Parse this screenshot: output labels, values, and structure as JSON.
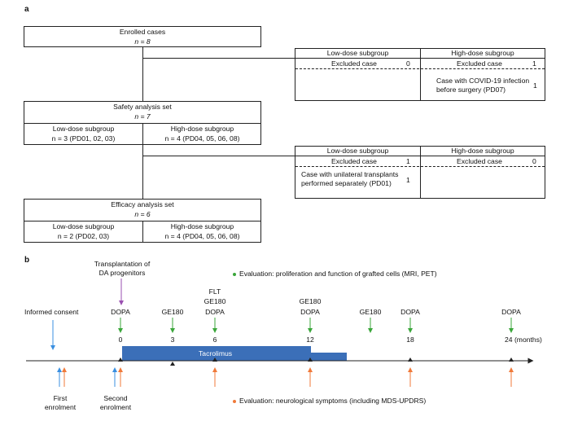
{
  "panel_a": {
    "label": "a",
    "enrolled": {
      "title": "Enrolled cases",
      "n": "n = 8"
    },
    "exclusion1": {
      "low_header": "Low-dose subgroup",
      "high_header": "High-dose subgroup",
      "low_excluded_label": "Excluded case",
      "low_excluded_count": "0",
      "high_excluded_label": "Excluded case",
      "high_excluded_count": "1",
      "high_reason_line1": "Case with COVID-19 infection",
      "high_reason_line2": "before surgery (PD07)",
      "high_reason_count": "1"
    },
    "safety": {
      "title": "Safety analysis set",
      "n": "n = 7",
      "low_header": "Low-dose subgroup",
      "low_value": "n = 3 (PD01, 02, 03)",
      "high_header": "High-dose subgroup",
      "high_value": "n = 4 (PD04, 05, 06, 08)"
    },
    "exclusion2": {
      "low_header": "Low-dose subgroup",
      "high_header": "High-dose subgroup",
      "low_excluded_label": "Excluded case",
      "low_excluded_count": "1",
      "high_excluded_label": "Excluded case",
      "high_excluded_count": "0",
      "low_reason_line1": "Case with unilateral transplants",
      "low_reason_line2": "performed separately (PD01)",
      "low_reason_count": "1"
    },
    "efficacy": {
      "title": "Efficacy analysis set",
      "n": "n = 6",
      "low_header": "Low-dose subgroup",
      "low_value": "n = 2 (PD02, 03)",
      "high_header": "High-dose subgroup",
      "high_value": "n = 4 (PD04, 05, 06, 08)"
    }
  },
  "panel_b": {
    "label": "b",
    "transplant_label_line1": "Transplantation of",
    "transplant_label_line2": "DA progenitors",
    "legend_green": "Evaluation: proliferation and function of grafted cells (MRI, PET)",
    "legend_orange": "Evaluation: neurological symptoms (including MDS-UPDRS)",
    "informed_consent": "Informed consent",
    "first_enrolment_line1": "First",
    "first_enrolment_line2": "enrolment",
    "second_enrolment_line1": "Second",
    "second_enrolment_line2": "enrolment",
    "tacrolimus": "Tacrolimus",
    "flt": "FLT",
    "events": [
      {
        "month": "0",
        "top": "",
        "mid": "DOPA"
      },
      {
        "month": "3",
        "top": "",
        "mid": "GE180"
      },
      {
        "month": "6",
        "top": "GE180",
        "mid": "DOPA"
      },
      {
        "month": "12",
        "top": "GE180",
        "mid": "DOPA"
      },
      {
        "month": "",
        "top": "",
        "mid": "GE180"
      },
      {
        "month": "18",
        "top": "",
        "mid": "DOPA"
      },
      {
        "month": "24 (months)",
        "top": "",
        "mid": "DOPA"
      }
    ],
    "colors": {
      "green": "#3aa63a",
      "orange": "#f07a3a",
      "blue": "#3a8fe0",
      "purple": "#9a4fb0",
      "bar": "#3b6fb8"
    }
  }
}
